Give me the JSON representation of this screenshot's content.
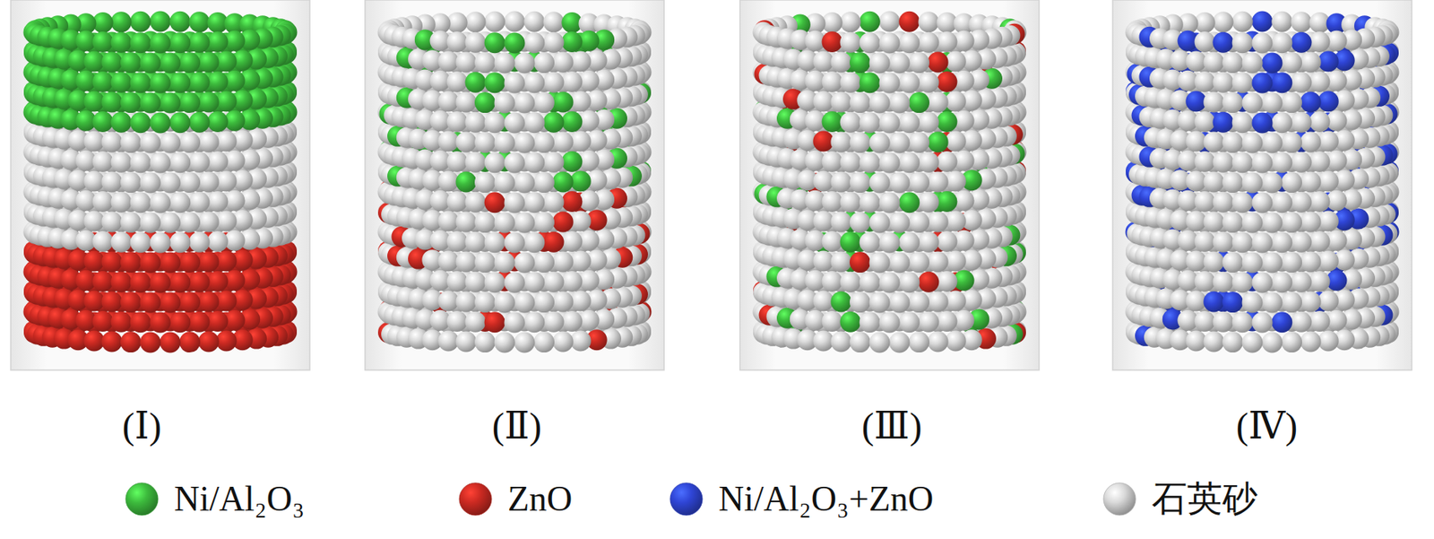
{
  "diagram": {
    "labels": [
      "(Ⅰ)",
      "(Ⅱ)",
      "(Ⅲ)",
      "(Ⅳ)"
    ],
    "legend": [
      {
        "text": "Ni/Al₂O₃",
        "color": "#3dbb3d"
      },
      {
        "text": "ZnO",
        "color": "#cc2a22"
      },
      {
        "text": "Ni/Al₂O₃+ZnO",
        "color": "#2f45d6"
      },
      {
        "text": "石英砂",
        "color": "#d9d9d9"
      }
    ]
  }
}
